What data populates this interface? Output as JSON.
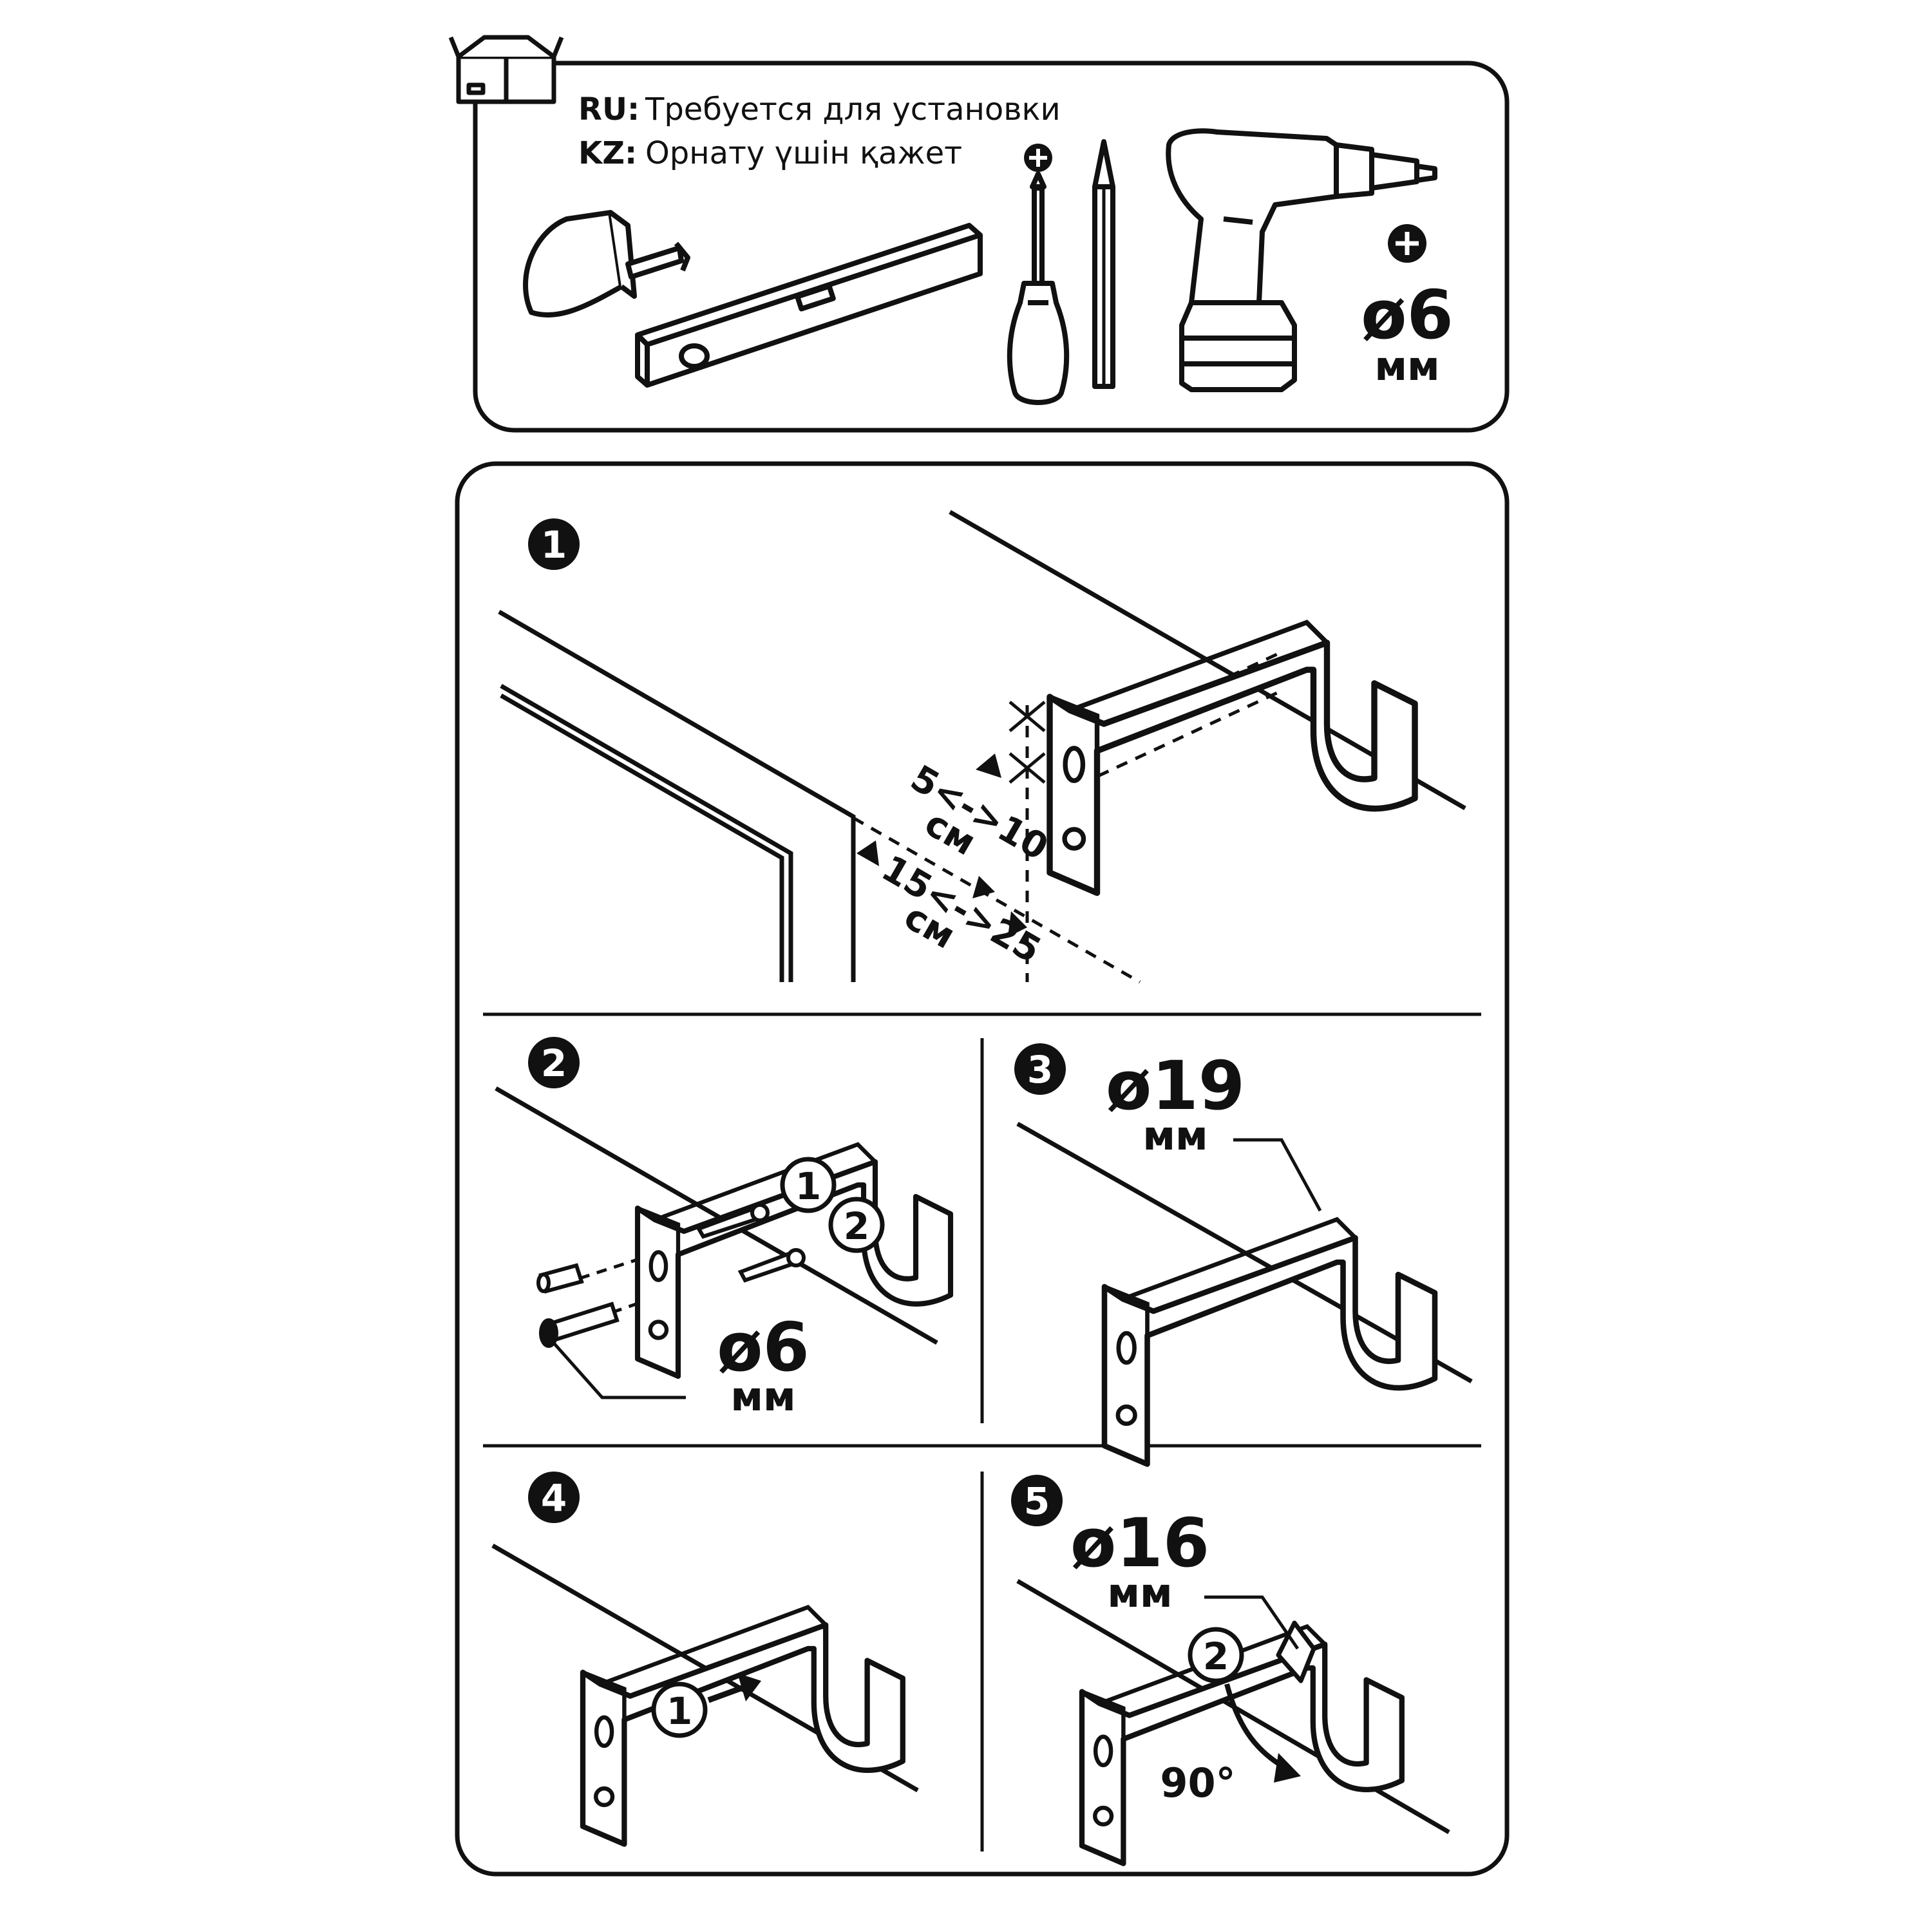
{
  "tools_panel": {
    "ru_prefix": "RU:",
    "ru_text": "Требуется для установки",
    "kz_prefix": "KZ:",
    "kz_text": "Орнату үшін қажет",
    "drill_bit_value": "ø6",
    "drill_bit_unit": "мм",
    "icons": [
      "box-icon",
      "tape-measure-icon",
      "spirit-level-icon",
      "phillips-plus-icon",
      "screwdriver-icon",
      "pencil-icon",
      "cordless-drill-icon"
    ]
  },
  "steps": {
    "step1": {
      "number": "1",
      "dim_bracket_value": "5<->10",
      "dim_bracket_unit": "см",
      "dim_window_value": "15<->25",
      "dim_window_unit": "см"
    },
    "step2": {
      "number": "2",
      "callout_1": "1",
      "callout_2": "2",
      "dowel_value": "ø6",
      "dowel_unit": "мм"
    },
    "step3": {
      "number": "3",
      "rod_value": "ø19",
      "rod_unit": "мм"
    },
    "step4": {
      "number": "4",
      "callout_1": "1"
    },
    "step5": {
      "number": "5",
      "rod_value": "ø16",
      "rod_unit": "мм",
      "callout_2": "2",
      "angle": "90°"
    }
  },
  "colors": {
    "ink": "#111111",
    "paper": "#ffffff"
  }
}
